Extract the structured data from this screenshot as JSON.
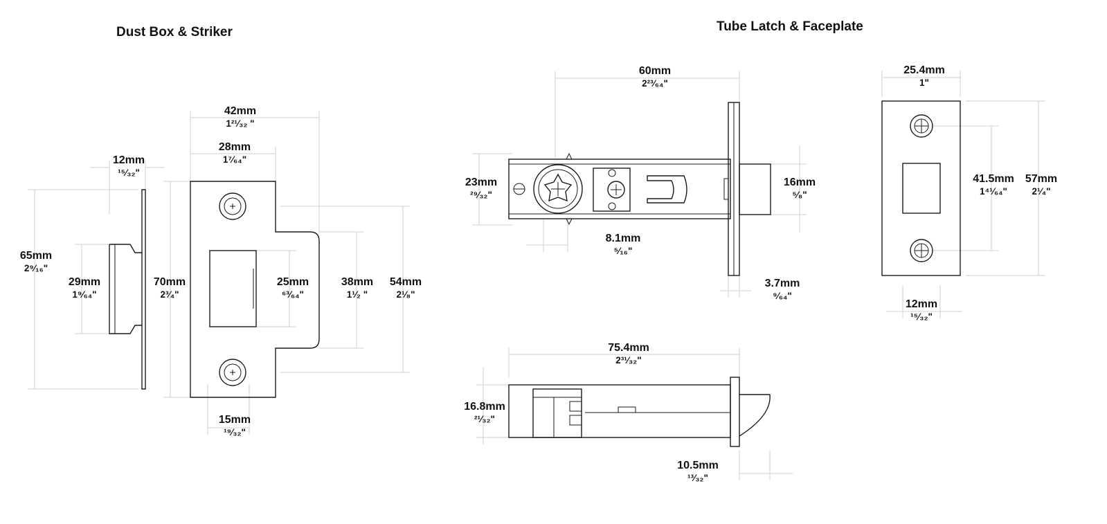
{
  "titles": {
    "left": "Dust Box & Striker",
    "right": "Tube Latch & Faceplate"
  },
  "dims": {
    "d65": {
      "mm": "65mm",
      "inch": "2⁹⁄₁₆\""
    },
    "d12a": {
      "mm": "12mm",
      "inch": "¹⁵⁄₃₂\""
    },
    "d29": {
      "mm": "29mm",
      "inch": "1⁹⁄₆₄\""
    },
    "d42": {
      "mm": "42mm",
      "inch": "1²¹⁄₃₂ \""
    },
    "d28": {
      "mm": "28mm",
      "inch": "1⁷⁄₆₄\""
    },
    "d70": {
      "mm": "70mm",
      "inch": "2³⁄₄\""
    },
    "d25": {
      "mm": "25mm",
      "inch": "⁶³⁄₆₄\""
    },
    "d38": {
      "mm": "38mm",
      "inch": "1¹⁄₂ \""
    },
    "d54": {
      "mm": "54mm",
      "inch": "2¹⁄₈\""
    },
    "d15": {
      "mm": "15mm",
      "inch": "¹⁹⁄₃₂\""
    },
    "d60": {
      "mm": "60mm",
      "inch": "2²³⁄₆₄\""
    },
    "d23": {
      "mm": "23mm",
      "inch": "²⁹⁄₃₂\""
    },
    "d16": {
      "mm": "16mm",
      "inch": "⁵⁄₈\""
    },
    "d81": {
      "mm": "8.1mm",
      "inch": "⁵⁄₁₆\""
    },
    "d37": {
      "mm": "3.7mm",
      "inch": "⁹⁄₆₄\""
    },
    "d254": {
      "mm": "25.4mm",
      "inch": "1\""
    },
    "d415": {
      "mm": "41.5mm",
      "inch": "1⁴¹⁄₆₄\""
    },
    "d57": {
      "mm": "57mm",
      "inch": "2¹⁄₄\""
    },
    "d12b": {
      "mm": "12mm",
      "inch": "¹⁵⁄₃₂\""
    },
    "d754": {
      "mm": "75.4mm",
      "inch": "2³¹⁄₃₂\""
    },
    "d168": {
      "mm": "16.8mm",
      "inch": "²¹⁄₃₂\""
    },
    "d105": {
      "mm": "10.5mm",
      "inch": "¹³⁄₃₂\""
    }
  }
}
